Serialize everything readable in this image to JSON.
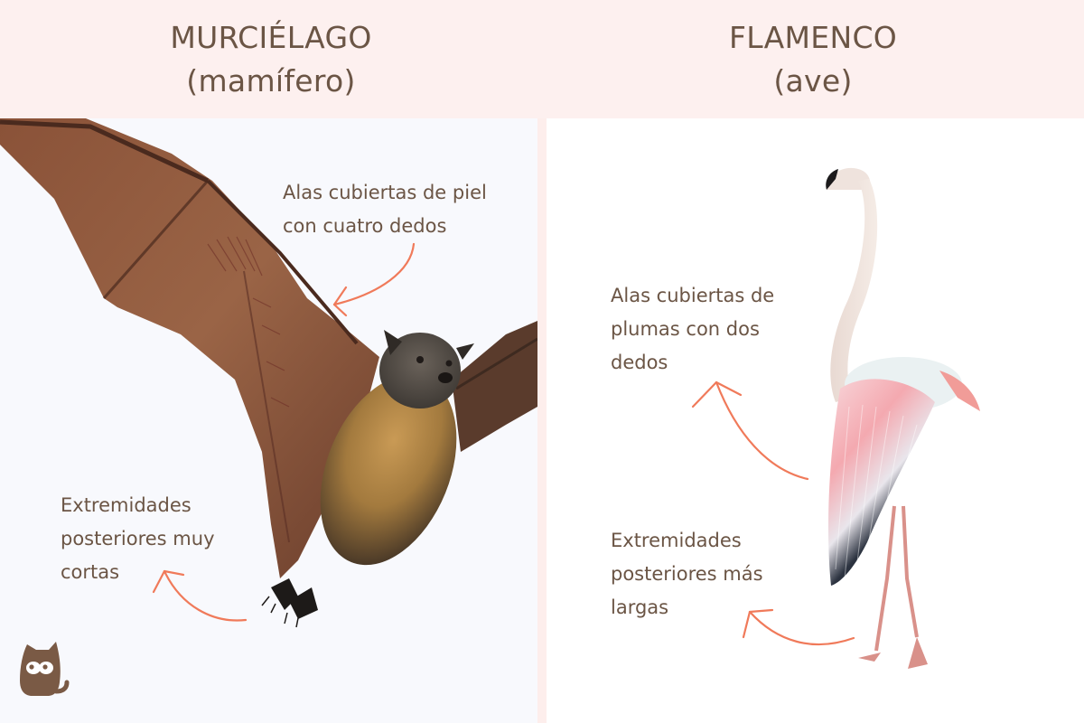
{
  "colors": {
    "header_bg": "#fdf0ef",
    "text": "#6b5545",
    "arrow": "#f07a5a",
    "left_panel_bg": "#f8f9fd",
    "right_panel_bg": "#ffffff",
    "logo": "#7a5a45"
  },
  "left": {
    "title": "MURCIÉLAGO",
    "subtitle": "(mamífero)",
    "image": "bat-photo",
    "annotations": [
      {
        "text": "Alas cubiertas de piel\ncon cuatro dedos",
        "arrow": "arrow-to-wing"
      },
      {
        "text": "Extremidades\nposteriores muy\ncortas",
        "arrow": "arrow-from-feet"
      }
    ]
  },
  "right": {
    "title": "FLAMENCO",
    "subtitle": "(ave)",
    "image": "flamingo-photo",
    "annotations": [
      {
        "text": "Alas cubiertas de\nplumas con dos\ndedos",
        "arrow": "arrow-from-wing"
      },
      {
        "text": "Extremidades\nposteriores más\nlargas",
        "arrow": "arrow-from-legs"
      }
    ]
  },
  "logo": {
    "icon": "cat-icon"
  }
}
